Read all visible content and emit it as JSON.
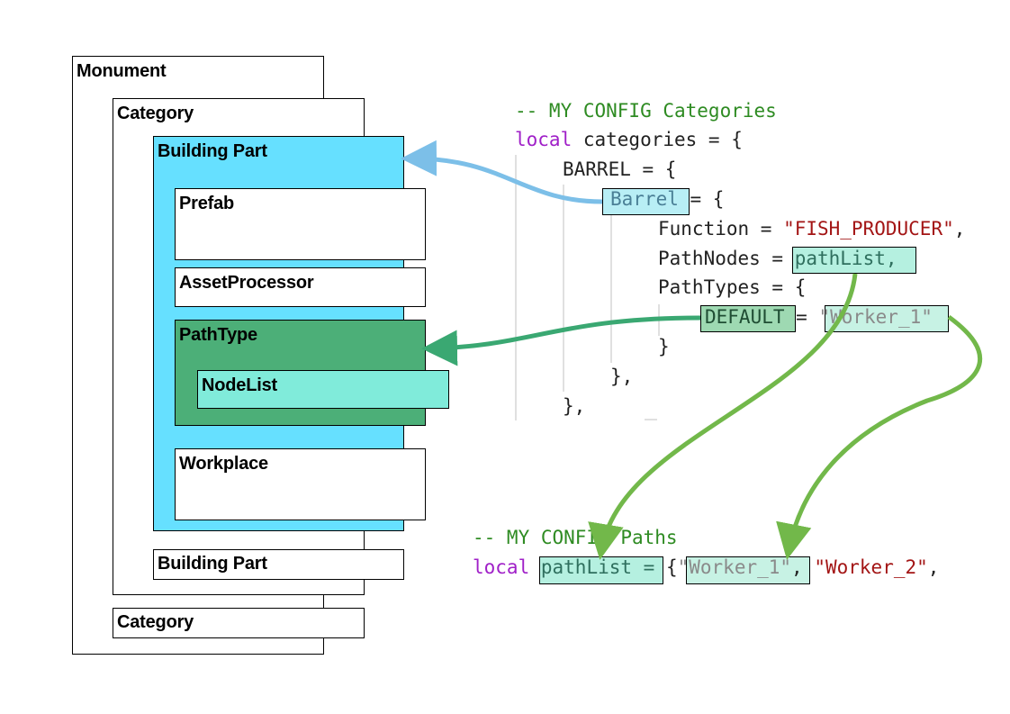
{
  "hierarchy": {
    "monument": "Monument",
    "category_1": "Category",
    "building_part_1": "Building Part",
    "prefab": "Prefab",
    "asset_processor": "AssetProcessor",
    "path_type": "PathType",
    "node_list": "NodeList",
    "workplace": "Workplace",
    "building_part_2": "Building Part",
    "category_2": "Category"
  },
  "colors": {
    "building_part": "#66e0ff",
    "path_type": "#4caf78",
    "node_list": "#80ebda",
    "arrow_blue": "#7cbfe8",
    "arrow_teal": "#3aa872",
    "arrow_green": "#72b84a"
  },
  "categories_code": {
    "comment": "-- MY CONFIG Categories",
    "local_kw": "local",
    "decl": " categories = {",
    "barrel_line": "BARREL = {",
    "barrel_key": "Barrel",
    "barrel_rest": " = {",
    "function_key": "Function = ",
    "function_value": "\"FISH_PRODUCER\"",
    "function_comma": ",",
    "pathnodes_key": "PathNodes = ",
    "pathnodes_value": "pathList,",
    "pathtypes_line": "PathTypes = {",
    "default_key": "DEFAULT",
    "default_eq": " = ",
    "default_value": "\"Worker_1\"",
    "close_inner": "}",
    "close_mid": "},",
    "close_outer": "},"
  },
  "paths_code": {
    "comment": "-- MY CONFIG Paths",
    "local_kw": "local",
    "decl": "pathList = ",
    "brace": "{",
    "worker_1": "\"Worker_1\"",
    "sep": ", ",
    "worker_2": "\"Worker_2\"",
    "tail": ","
  }
}
